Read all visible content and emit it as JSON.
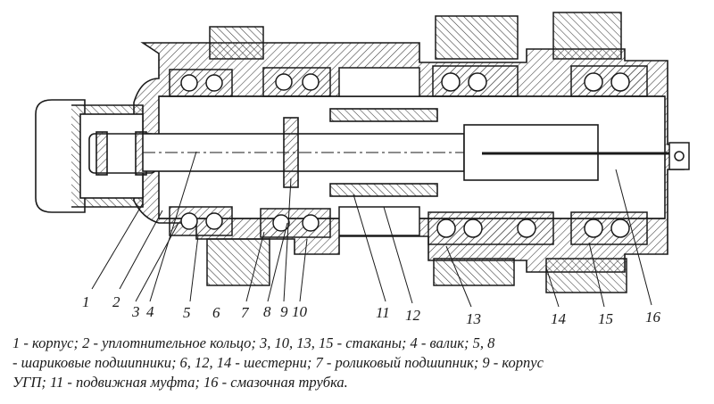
{
  "callouts": [
    "1",
    "2",
    "3",
    "4",
    "5",
    "6",
    "7",
    "8",
    "9",
    "10",
    "11",
    "12",
    "13",
    "14",
    "15",
    "16"
  ],
  "caption": {
    "line1": "1 - корпус; 2 - уплотнительное кольцо; 3, 10, 13, 15 - стаканы; 4 - валик; 5, 8",
    "line2": "- шариковые подшипники; 6, 12, 14 - шестерни; 7 - роликовый подшипник; 9 - корпус",
    "line3": "УГП; 11 - подвижная муфта; 16 - смазочная трубка."
  },
  "colors": {
    "ink": "#1a1a1a",
    "paper": "#ffffff",
    "hatch": "#3a3a3a"
  }
}
